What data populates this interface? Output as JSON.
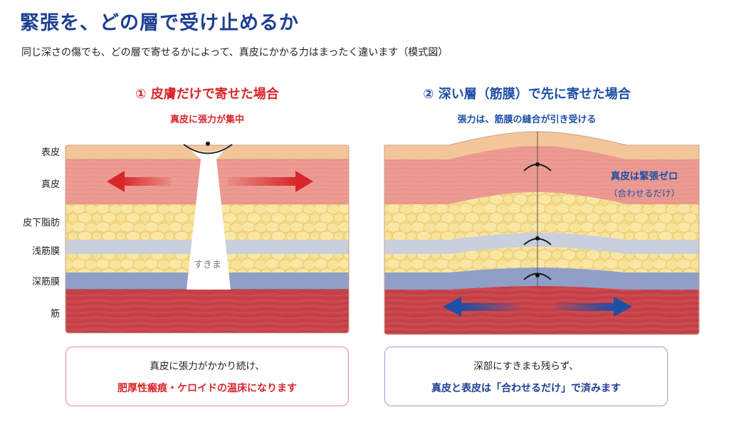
{
  "title": "緊張を、どの層で受け止めるか",
  "subtitle": "同じ深さの傷でも、どの層で寄せるかによって、真皮にかかる力はまったく違います（模式図）",
  "layers": [
    "表皮",
    "真皮",
    "皮下脂肪",
    "浅筋膜",
    "深筋膜",
    "筋"
  ],
  "left_panel": {
    "heading": "① 皮膚だけで寄せた場合",
    "subheading": "真皮に張力が集中",
    "gap_label": "すきま",
    "callout_line1": "真皮に張力がかかり続け、",
    "callout_line2": "肥厚性瘢痕・ケロイドの温床になります"
  },
  "right_panel": {
    "heading": "② 深い層（筋膜）で先に寄せた場合",
    "subheading": "張力は、筋膜の縫合が引き受ける",
    "note_main": "真皮は緊張ゼロ",
    "note_sub": "（合わせるだけ）",
    "callout_line1": "深部にすきまも残らず、",
    "callout_line2": "真皮と表皮は「合わせるだけ」で済みます"
  },
  "colors": {
    "title": "#1d3f93",
    "left_accent": "#d8262a",
    "right_accent": "#1d4fa6",
    "epidermis": "#f3c69a",
    "dermis": "#ec9b93",
    "fat": "#f5dd8a",
    "superficial_fascia": "#c9cfdc",
    "deep_fascia": "#8f9fc7",
    "muscle": "#c9444a"
  }
}
